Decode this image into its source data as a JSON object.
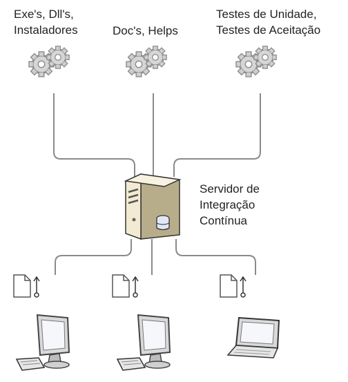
{
  "outputs": {
    "artifacts": {
      "lines": [
        "Exe's, Dll's,",
        "Instaladores"
      ],
      "icon": "gears-icon"
    },
    "docs": {
      "lines": [
        "Doc's, Helps"
      ],
      "icon": "gears-icon"
    },
    "tests": {
      "lines": [
        "Testes de Unidade,",
        "Testes de Aceitação"
      ],
      "icon": "gears-icon"
    }
  },
  "server": {
    "lines": [
      "Servidor de",
      "Integração",
      "Contínua"
    ],
    "icon": "server-tower-icon"
  },
  "clients": [
    {
      "icon": "desktop-computer-icon",
      "doc_icon": "document-icon"
    },
    {
      "icon": "desktop-computer-icon",
      "doc_icon": "document-icon"
    },
    {
      "icon": "laptop-icon",
      "doc_icon": "document-icon"
    }
  ],
  "colors": {
    "connector": "#8a8a8a",
    "gear": "#c9c9c9",
    "gear_dark": "#8d8d8d",
    "server_body": "#f2ead2",
    "server_shadow": "#b8ad8a"
  }
}
